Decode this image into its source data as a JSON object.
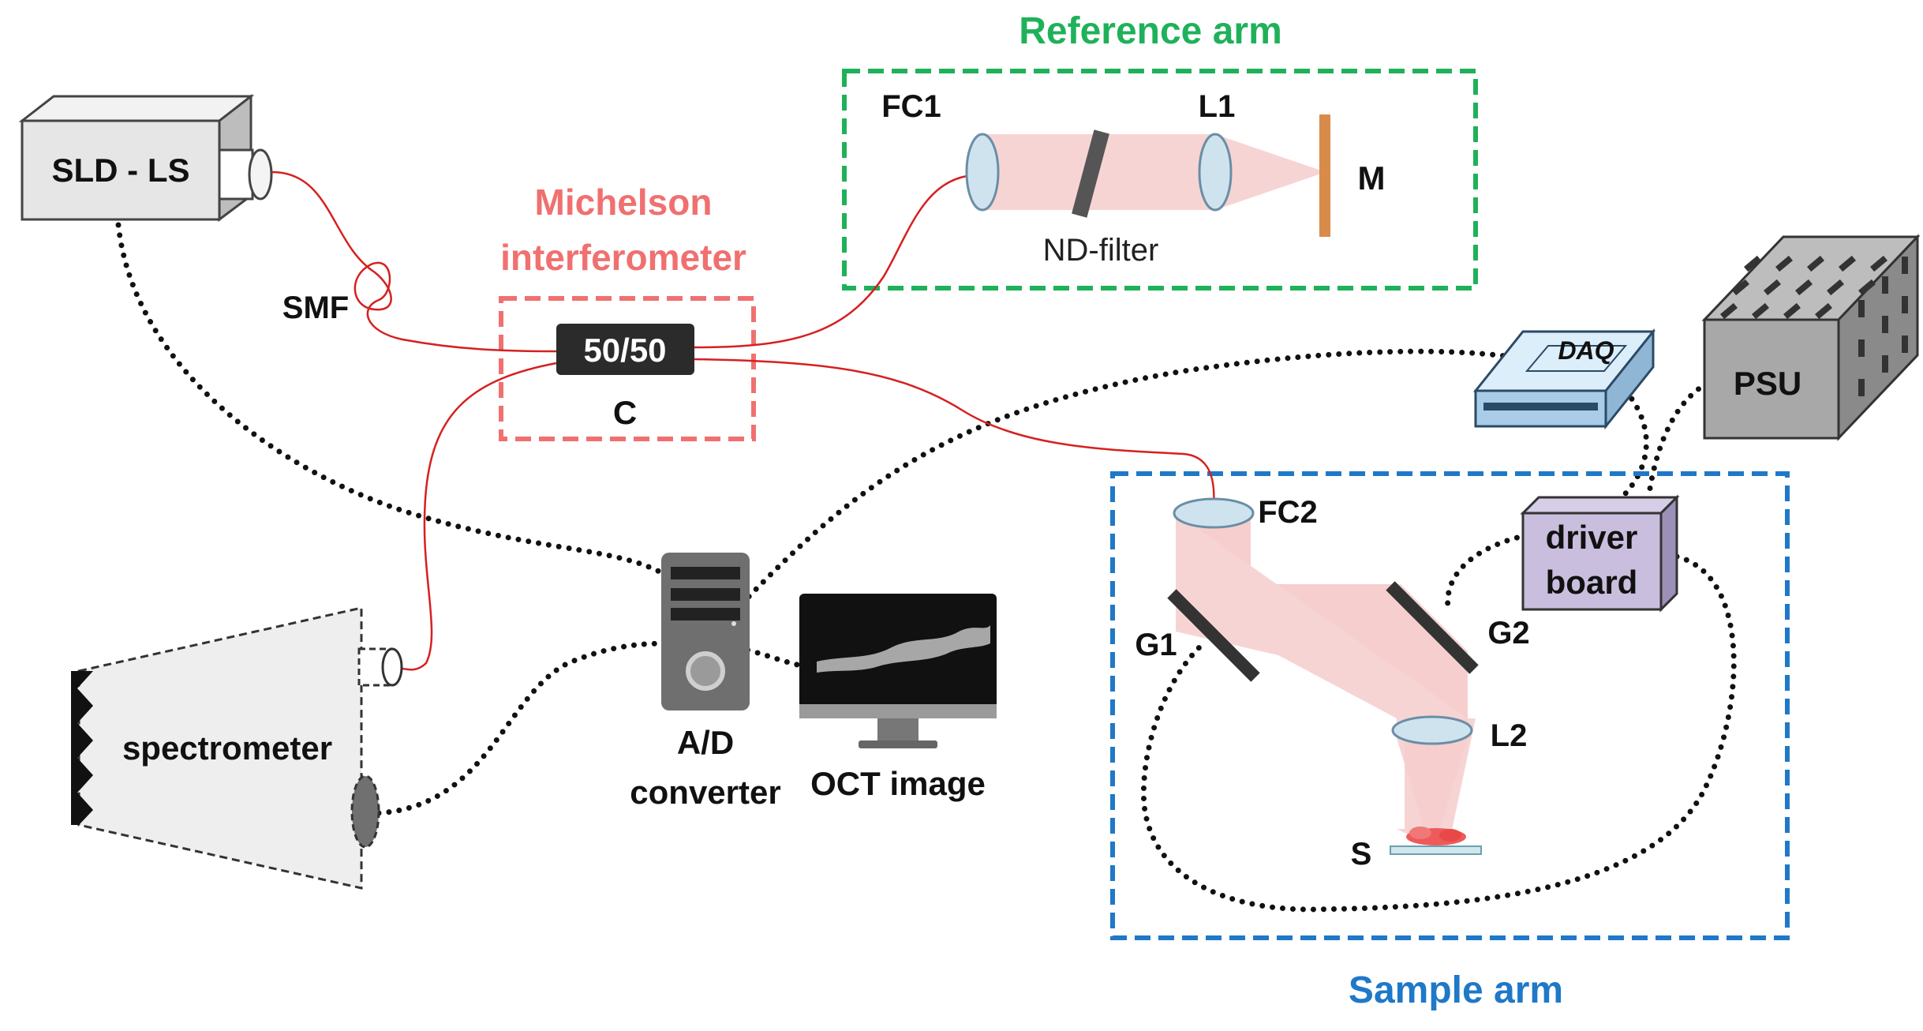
{
  "titles": {
    "reference_arm": "Reference arm",
    "michelson_line1": "Michelson",
    "michelson_line2": "interferometer",
    "sample_arm": "Sample arm"
  },
  "labels": {
    "light_source": "SLD - LS",
    "smf": "SMF",
    "coupler_ratio": "50/50",
    "coupler": "C",
    "fc1": "FC1",
    "l1": "L1",
    "mirror": "M",
    "nd_filter": "ND-filter",
    "daq": "DAQ",
    "psu": "PSU",
    "fc2": "FC2",
    "driver_line1": "driver",
    "driver_line2": "board",
    "g1": "G1",
    "g2": "G2",
    "l2": "L2",
    "sample": "S",
    "spectrometer": "spectrometer",
    "ad_line1": "A/D",
    "ad_line2": "converter",
    "oct_image": "OCT image"
  },
  "colors": {
    "reference_arm": "#1fb15a",
    "michelson": "#f07070",
    "sample_arm": "#1f78c8",
    "fiber": "#d62020",
    "beam": "#f6cdcd",
    "mirror": "#d88b4a"
  }
}
